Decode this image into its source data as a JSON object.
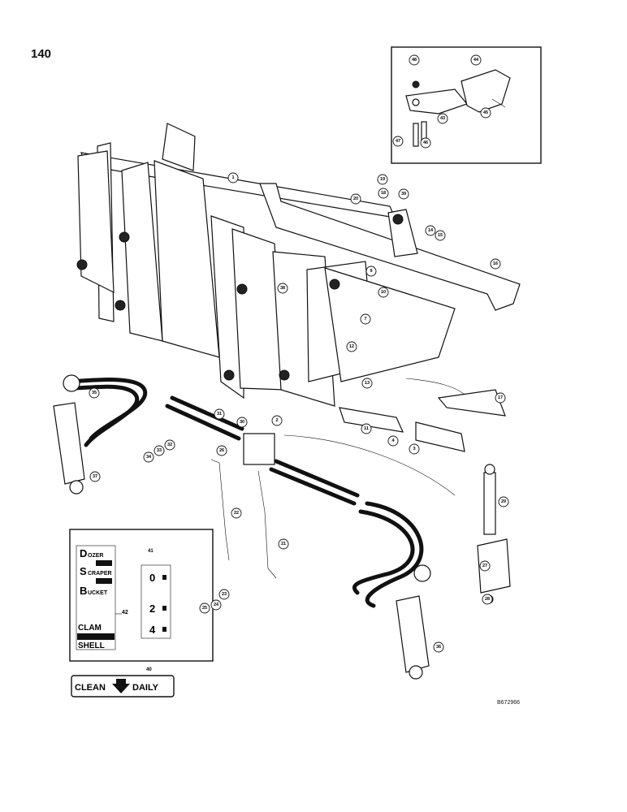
{
  "page": {
    "number": "140",
    "drawing_code": "B672966"
  },
  "decals": {
    "selector": {
      "callout": "42",
      "lines": [
        {
          "first": "D",
          "rest": "OZER"
        },
        {
          "first": "S",
          "rest": "CRAPER"
        },
        {
          "first": "B",
          "rest": "UCKET"
        }
      ],
      "clam": "CLAM",
      "shell": "SHELL"
    },
    "gauge": {
      "callout": "41",
      "ticks": [
        "0",
        "2",
        "4"
      ]
    },
    "clean": {
      "callout": "40",
      "left": "CLEAN",
      "right": "DAILY"
    }
  },
  "callouts": [
    "1",
    "2",
    "3",
    "4",
    "7",
    "9",
    "10",
    "11",
    "12",
    "13",
    "14",
    "15",
    "16",
    "17",
    "18",
    "19",
    "20",
    "21",
    "22",
    "23",
    "24",
    "25",
    "26",
    "27",
    "28",
    "29",
    "30",
    "31",
    "32",
    "33",
    "34",
    "35",
    "36",
    "37",
    "38",
    "39",
    "43",
    "44",
    "45",
    "46",
    "47",
    "48"
  ]
}
